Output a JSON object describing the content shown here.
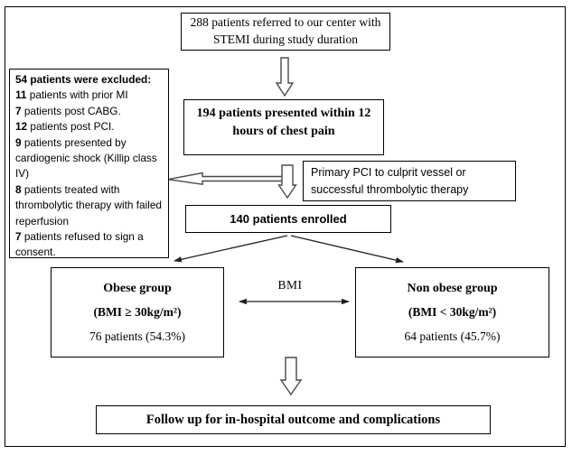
{
  "page": {
    "background": "#ffffff",
    "box_border_color": "#000000",
    "hollow_arrow_outline": "#4a4a4a",
    "line_arrow_color": "#1f1f1f"
  },
  "flow": {
    "referred": "288 patients referred to our center with STEMI during study duration",
    "excluded": {
      "title": "54 patients were excluded:",
      "items": [
        {
          "num": "11",
          "text": "patients with prior MI"
        },
        {
          "num": "7",
          "text": "patients post CABG."
        },
        {
          "num": "12",
          "text": "patients post PCI."
        },
        {
          "num": "9",
          "text": "patients presented by cardiogenic shock (Killip class IV)"
        },
        {
          "num": "8",
          "text": "patients treated with thrombolytic therapy with failed reperfusion"
        },
        {
          "num": "7",
          "text": "patients refused to sign a consent."
        }
      ]
    },
    "presented": "194 patients presented within 12 hours of chest pain",
    "therapy": "Primary PCI to culprit vessel or successful thrombolytic therapy",
    "enrolled": "140 patients enrolled",
    "obese": {
      "title": "Obese group",
      "criteria": "(BMI ≥ 30kg/m²)",
      "count": "76 patients (54.3%)"
    },
    "non_obese": {
      "title": "Non obese group",
      "criteria": "(BMI < 30kg/m²)",
      "count": "64 patients (45.7%)"
    },
    "bmi_label": "BMI",
    "followup": "Follow up for in-hospital outcome and complications"
  }
}
